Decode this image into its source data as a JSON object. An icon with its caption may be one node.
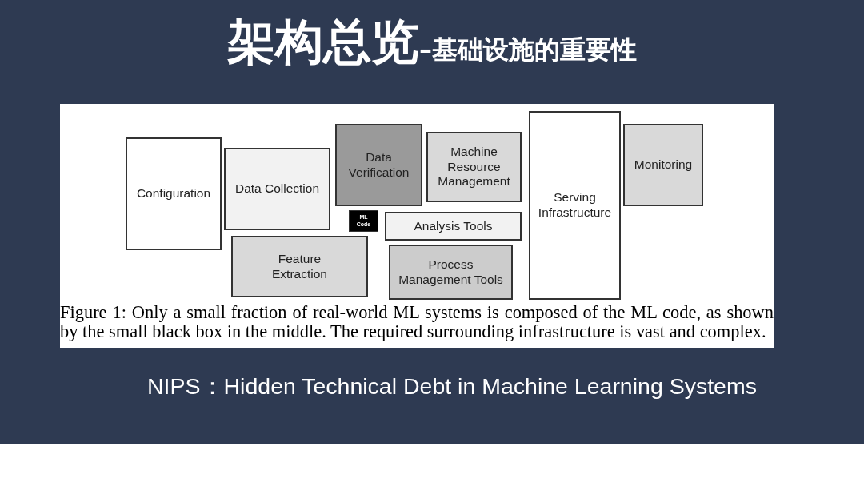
{
  "diagram": {
    "title": "架构总览",
    "caption": "Figure 1: Only a small fraction of real-world ML systems is composed of the ML code, as shown by the small black box in the middle. The required surrounding infrastructure is vast and complex.",
    "nodes": [
      {
        "text": [
          "Configuration"
        ]
      },
      {
        "text": [
          "Data Collection"
        ]
      },
      {
        "text": [
          "Data Verification"
        ]
      },
      {
        "text": [
          "Machine Resource Management"
        ]
      },
      {
        "text": [
          "Serving Infrastructure"
        ]
      },
      {
        "text": [
          "Monitoring"
        ]
      },
      {
        "text": [
          "ML Code"
        ]
      },
      {
        "text": [
          "Analysis Tools"
        ]
      },
      {
        "text": [
          "Feature Extraction"
        ]
      },
      {
        "text": [
          "Process Management Tools"
        ]
      }
    ],
    "labels": [
      "–基础设施的重要性",
      "NIPS：Hidden Technical Debt in Machine Learning Systems"
    ]
  }
}
